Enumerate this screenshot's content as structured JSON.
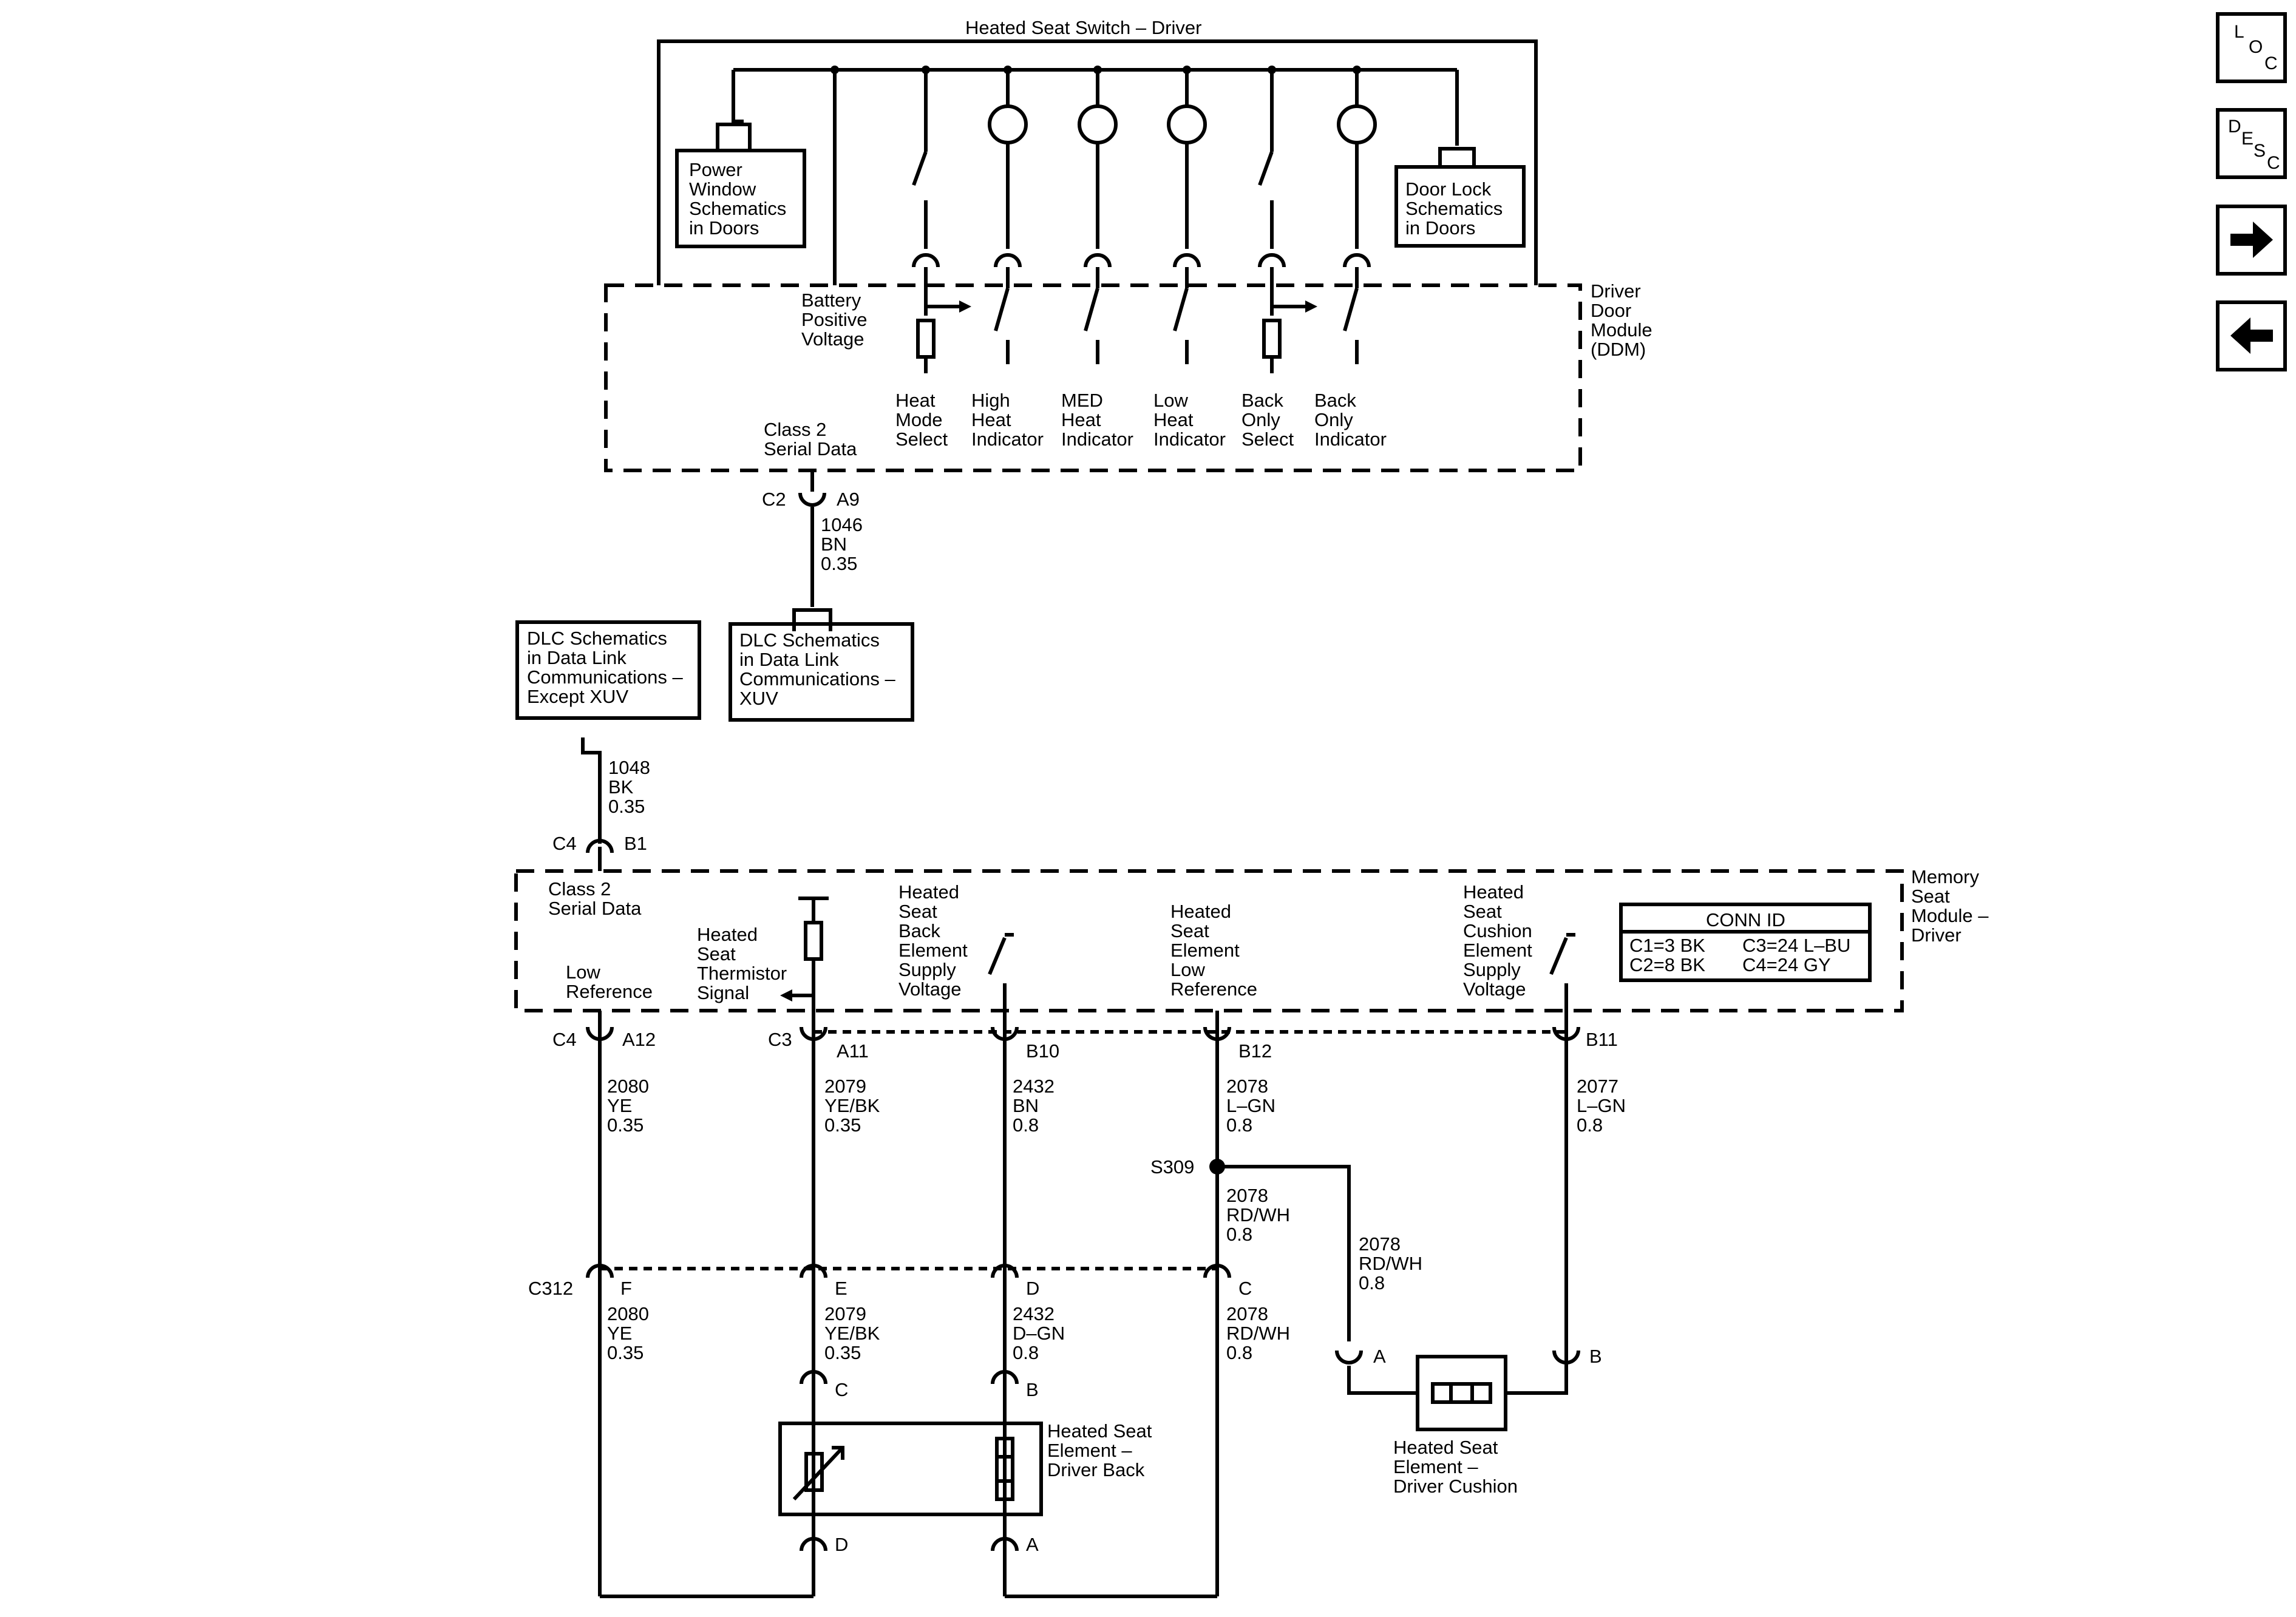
{
  "title": "Heated Seat Switch – Driver",
  "modules": {
    "ddm": [
      "Driver",
      "Door",
      "Module",
      "(DDM)"
    ],
    "msm": [
      "Memory",
      "Seat",
      "Module –",
      "Driver"
    ]
  },
  "ref_boxes": {
    "power_window": [
      "Power",
      "Window",
      "Schematics",
      "in Doors"
    ],
    "door_lock": [
      "Door Lock",
      "Schematics",
      "in Doors"
    ],
    "dlc_except_xuv": [
      "DLC Schematics",
      "in Data Link",
      "Communications –",
      "Except XUV"
    ],
    "dlc_xuv": [
      "DLC Schematics",
      "in Data Link",
      "Communications –",
      "XUV"
    ]
  },
  "ddm_circuits": {
    "battery": [
      "Battery",
      "Positive",
      "Voltage"
    ],
    "heat_mode": [
      "Heat",
      "Mode",
      "Select"
    ],
    "high_heat": [
      "High",
      "Heat",
      "Indicator"
    ],
    "med_heat": [
      "MED",
      "Heat",
      "Indicator"
    ],
    "low_heat": [
      "Low",
      "Heat",
      "Indicator"
    ],
    "back_only_select": [
      "Back",
      "Only",
      "Select"
    ],
    "back_only_indicator": [
      "Back",
      "Only",
      "Indicator"
    ],
    "class2": [
      "Class 2",
      "Serial Data"
    ]
  },
  "msm_circuits": {
    "class2": [
      "Class 2",
      "Serial Data"
    ],
    "low_ref": [
      "Low",
      "Reference"
    ],
    "thermistor": [
      "Heated",
      "Seat",
      "Thermistor",
      "Signal"
    ],
    "back_supply": [
      "Heated",
      "Seat",
      "Back",
      "Element",
      "Supply",
      "Voltage"
    ],
    "element_low_ref": [
      "Heated",
      "Seat",
      "Element",
      "Low",
      "Reference"
    ],
    "cushion_supply": [
      "Heated",
      "Seat",
      "Cushion",
      "Element",
      "Supply",
      "Voltage"
    ]
  },
  "conn_id": {
    "title": "CONN ID",
    "left": [
      "C1=3 BK",
      "C2=8 BK"
    ],
    "right": [
      "C3=24 L–BU",
      "C4=24 GY"
    ]
  },
  "pins": {
    "ddm_c2": "C2",
    "ddm_a9": "A9",
    "msm_c4_top": "C4",
    "msm_b1": "B1",
    "msm_c4_bot": "C4",
    "msm_a12": "A12",
    "msm_c3": "C3",
    "msm_a11": "A11",
    "msm_b10": "B10",
    "msm_b12": "B12",
    "msm_b11": "B11",
    "c312": "C312",
    "c312_f": "F",
    "c312_e": "E",
    "c312_d": "D",
    "c312_c": "C",
    "back_c": "C",
    "back_b": "B",
    "back_d": "D",
    "back_a": "A",
    "cush_a": "A",
    "cush_b": "B",
    "splice": "S309"
  },
  "wires": {
    "w1046": [
      "1046",
      "BN",
      "0.35"
    ],
    "w1048": [
      "1048",
      "BK",
      "0.35"
    ],
    "w2080a": [
      "2080",
      "YE",
      "0.35"
    ],
    "w2079a": [
      "2079",
      "YE/BK",
      "0.35"
    ],
    "w2432a": [
      "2432",
      "BN",
      "0.8"
    ],
    "w2078a": [
      "2078",
      "L–GN",
      "0.8"
    ],
    "w2077": [
      "2077",
      "L–GN",
      "0.8"
    ],
    "w2078b": [
      "2078",
      "RD/WH",
      "0.8"
    ],
    "w2078c": [
      "2078",
      "RD/WH",
      "0.8"
    ],
    "w2080b": [
      "2080",
      "YE",
      "0.35"
    ],
    "w2079b": [
      "2079",
      "YE/BK",
      "0.35"
    ],
    "w2432b": [
      "2432",
      "D–GN",
      "0.8"
    ],
    "w2078d": [
      "2078",
      "RD/WH",
      "0.8"
    ]
  },
  "components": {
    "back_element": [
      "Heated Seat",
      "Element –",
      "Driver Back"
    ],
    "cushion_element": [
      "Heated Seat",
      "Element –",
      "Driver Cushion"
    ]
  },
  "nav": {
    "loc": [
      "L",
      "O",
      "C"
    ],
    "desc": [
      "D",
      "E",
      "S",
      "C"
    ],
    "next_icon": "arrow-right-icon",
    "prev_icon": "arrow-left-icon"
  }
}
